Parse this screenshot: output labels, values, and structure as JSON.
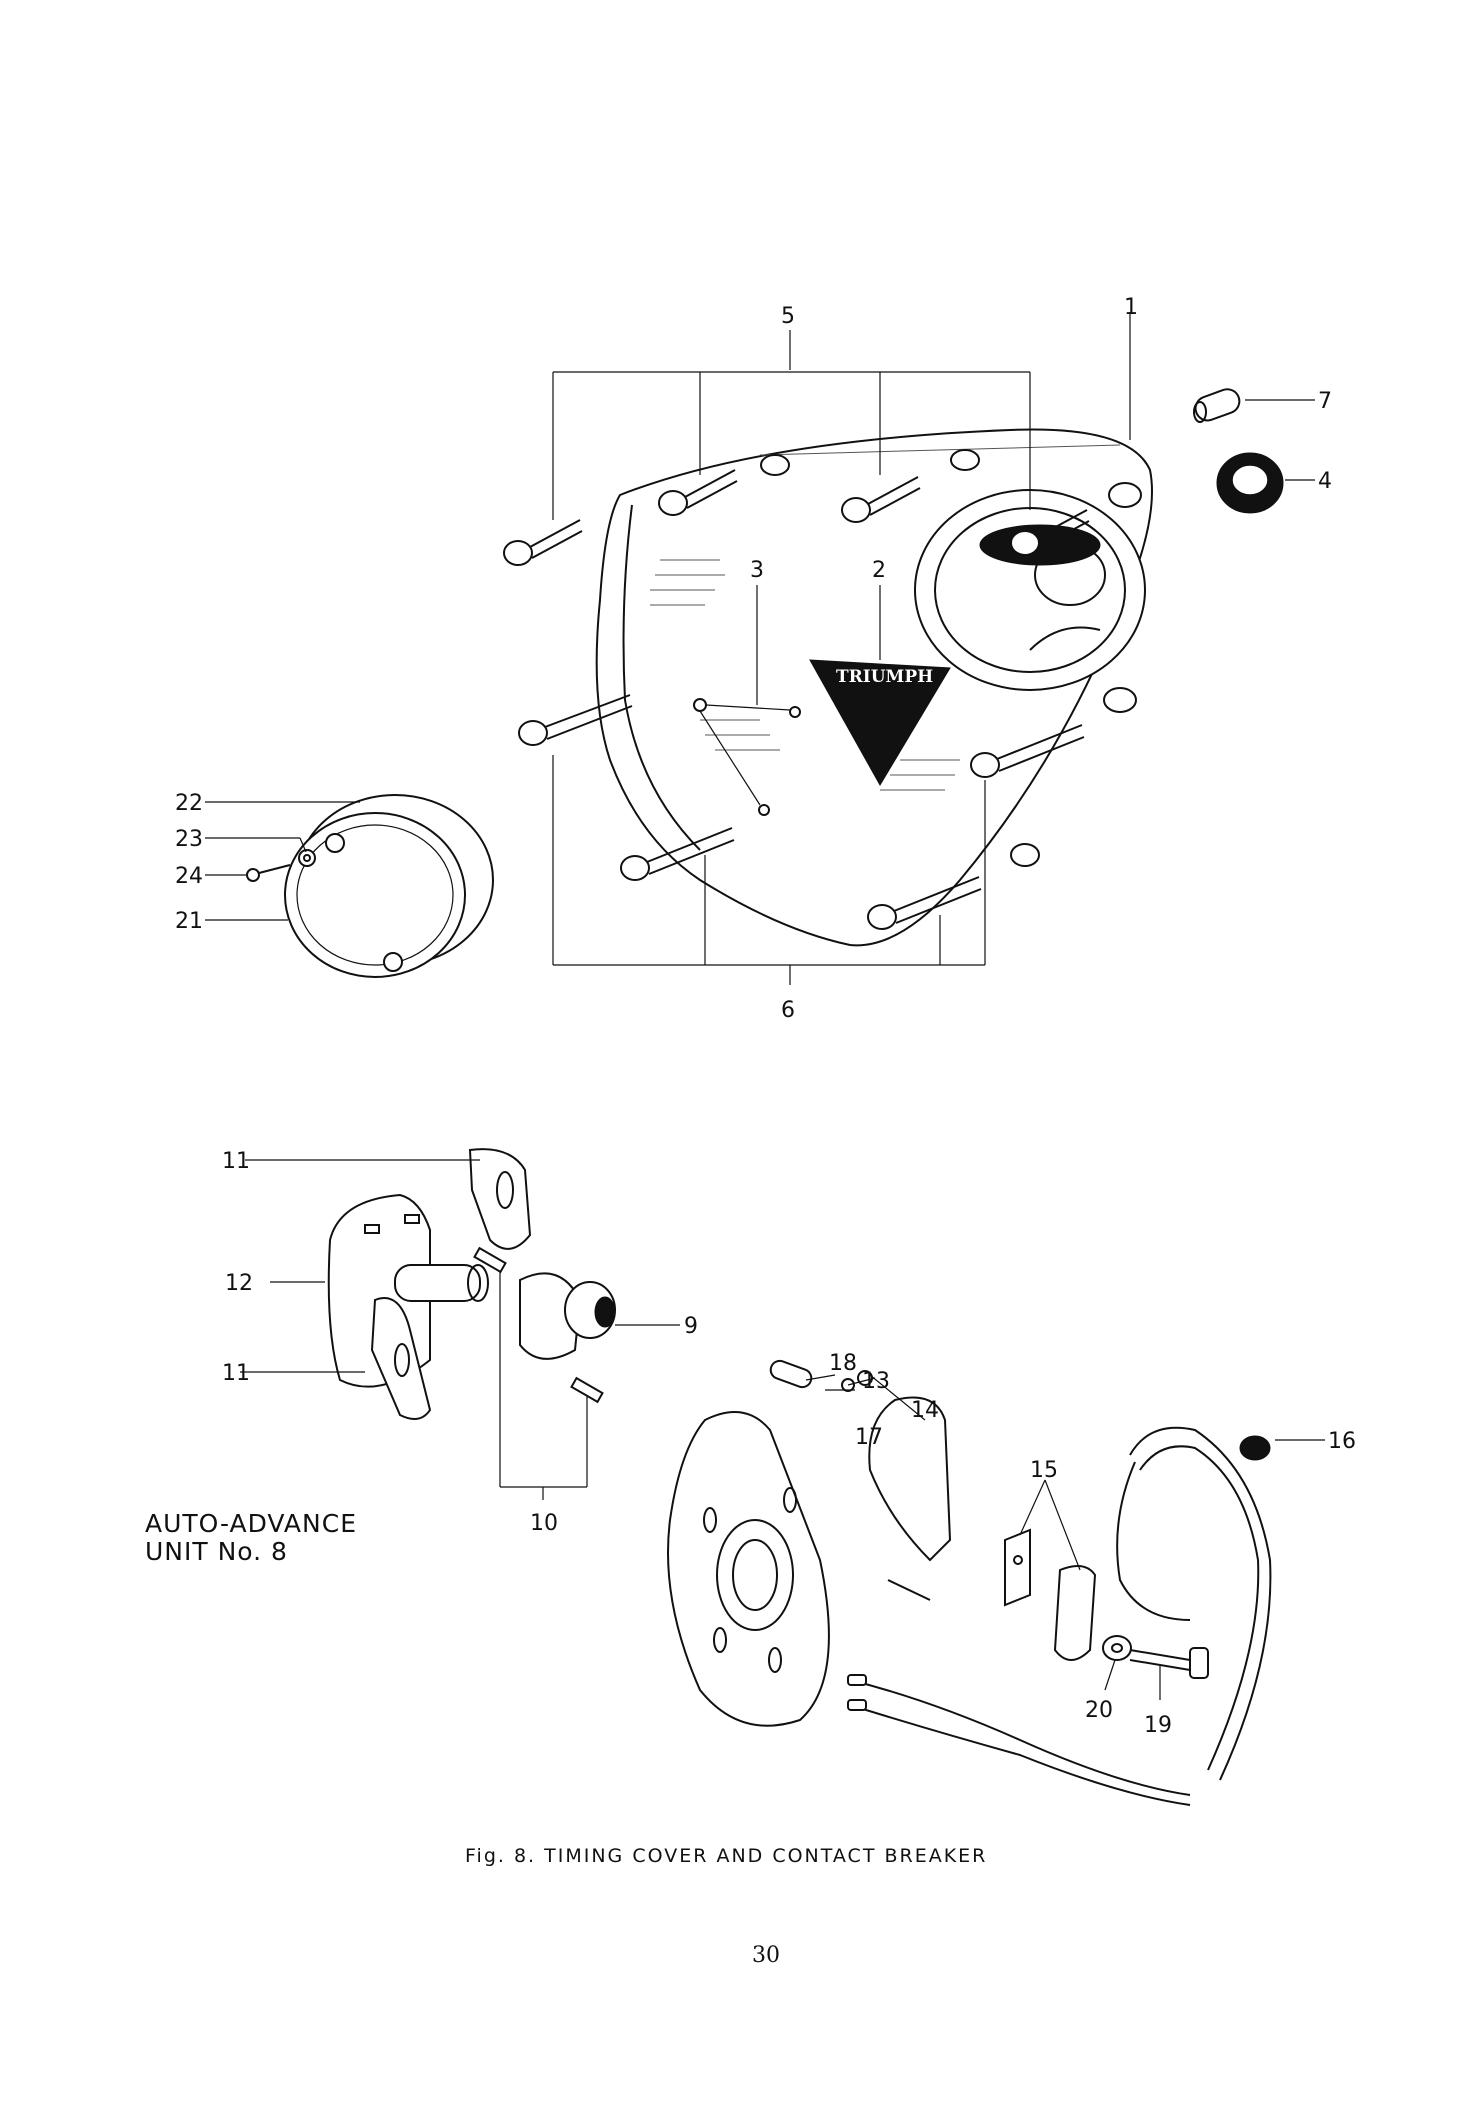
{
  "callouts": {
    "c1": "1",
    "c2": "2",
    "c3": "3",
    "c4": "4",
    "c5": "5",
    "c6": "6",
    "c7": "7",
    "c9": "9",
    "c10": "10",
    "c11a": "11",
    "c11b": "11",
    "c12": "12",
    "c13": "13",
    "c14": "14",
    "c15": "15",
    "c16": "16",
    "c17": "17",
    "c18": "18",
    "c19": "19",
    "c20": "20",
    "c21": "21",
    "c22": "22",
    "c23": "23",
    "c24": "24"
  },
  "subtitle": {
    "line1": "AUTO-ADVANCE",
    "line2": "UNIT No. 8"
  },
  "badge": {
    "brand": "TRIUMPH"
  },
  "caption": "Fig. 8.  TIMING COVER AND CONTACT BREAKER",
  "page_number": "30"
}
